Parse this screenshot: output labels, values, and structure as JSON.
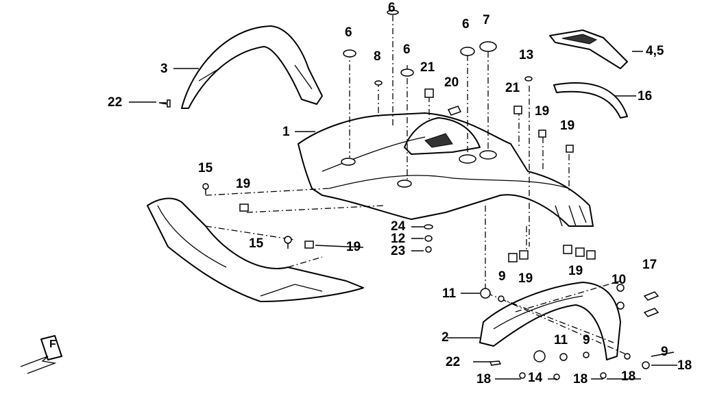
{
  "diagram": {
    "type": "exploded parts diagram",
    "callouts": [
      "6",
      "6",
      "6",
      "6",
      "7",
      "8",
      "21",
      "20",
      "13",
      "21",
      "19",
      "19",
      "4,5",
      "16",
      "3",
      "22",
      "1",
      "15",
      "19",
      "15",
      "19",
      "24",
      "12",
      "23",
      "19",
      "19",
      "17",
      "10",
      "11",
      "9",
      "2",
      "9",
      "18",
      "11",
      "9",
      "22",
      "18",
      "14",
      "18",
      "18"
    ],
    "direction_marker": "F"
  }
}
